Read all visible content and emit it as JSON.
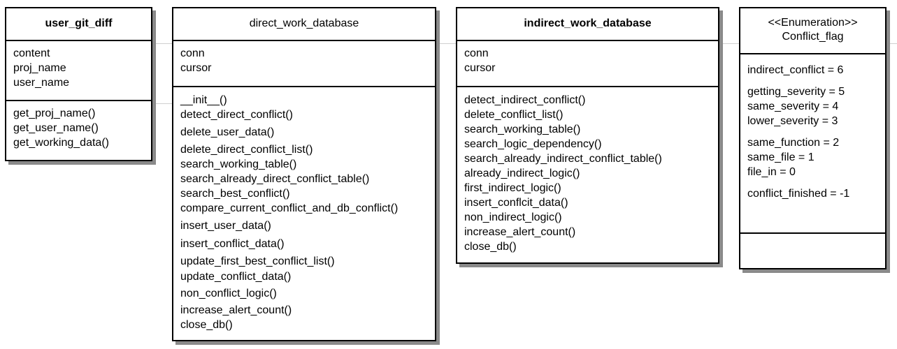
{
  "classes": {
    "user_git_diff": {
      "name": "user_git_diff",
      "attributes": [
        "content",
        "proj_name",
        "user_name"
      ],
      "methods": [
        "get_proj_name()",
        "get_user_name()",
        "get_working_data()"
      ]
    },
    "direct_work_database": {
      "name": "direct_work_database",
      "attributes": [
        "conn",
        "cursor"
      ],
      "methods": [
        "__init__()",
        "detect_direct_conflict()",
        "delete_user_data()",
        "delete_direct_conflict_list()",
        "search_working_table()",
        "search_already_direct_conflict_table()",
        "search_best_conflict()",
        "compare_current_conflict_and_db_conflict()",
        "insert_user_data()",
        "insert_conflict_data()",
        "update_first_best_conflict_list()",
        "update_conflict_data()",
        "non_conflict_logic()",
        "increase_alert_count()",
        "close_db()"
      ]
    },
    "indirect_work_database": {
      "name": "indirect_work_database",
      "attributes": [
        "conn",
        "cursor"
      ],
      "methods": [
        "detect_indirect_conflict()",
        "delete_conflict_list()",
        "search_working_table()",
        "search_logic_dependency()",
        "search_already_indirect_conflict_table()",
        "already_indirect_logic()",
        "first_indirect_logic()",
        "insert_conflcit_data()",
        "non_indirect_logic()",
        "increase_alert_count()",
        "close_db()"
      ]
    },
    "conflict_flag": {
      "stereotype": "<<Enumeration>>",
      "name": "Conflict_flag",
      "values": [
        "indirect_conflict = 6",
        "getting_severity = 5",
        "same_severity = 4",
        "lower_severity = 3",
        "same_function = 2",
        "same_file = 1",
        "file_in = 0",
        "conflict_finished = -1"
      ]
    }
  }
}
